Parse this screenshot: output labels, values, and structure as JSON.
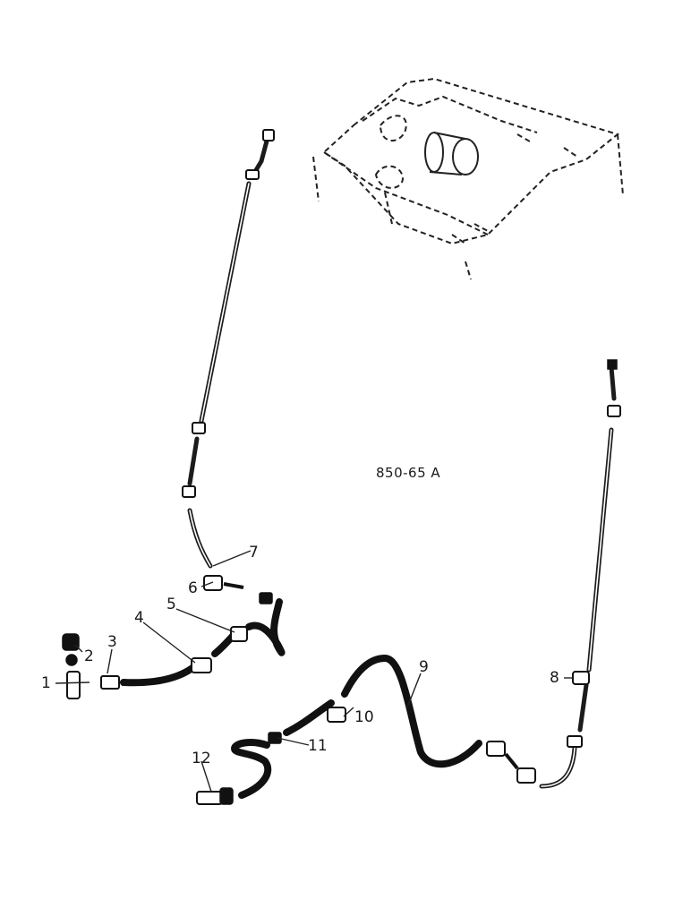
{
  "drawing": {
    "reference_code": "850-65 A"
  },
  "callouts": [
    {
      "id": "1",
      "label": "1"
    },
    {
      "id": "2",
      "label": "2"
    },
    {
      "id": "3",
      "label": "3"
    },
    {
      "id": "4",
      "label": "4"
    },
    {
      "id": "5",
      "label": "5"
    },
    {
      "id": "6",
      "label": "6"
    },
    {
      "id": "7",
      "label": "7"
    },
    {
      "id": "8",
      "label": "8"
    },
    {
      "id": "9",
      "label": "9"
    },
    {
      "id": "10",
      "label": "10"
    },
    {
      "id": "11",
      "label": "11"
    },
    {
      "id": "12",
      "label": "12"
    }
  ]
}
